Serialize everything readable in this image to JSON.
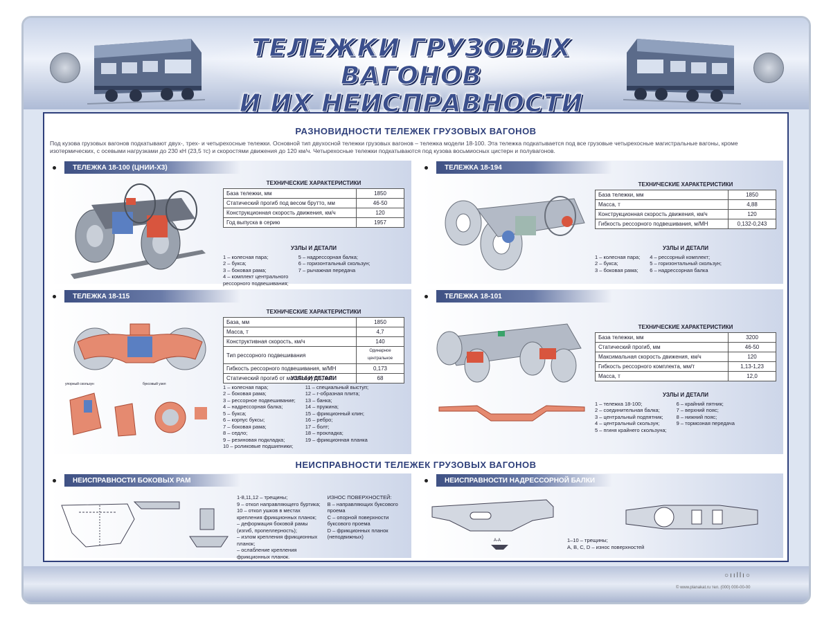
{
  "poster": {
    "title_line1": "Тележки грузовых вагонов",
    "title_line2": "и их неисправности"
  },
  "section1": {
    "title": "РАЗНОВИДНОСТИ ТЕЛЕЖЕК ГРУЗОВЫХ ВАГОНОВ",
    "intro": "Под кузова грузовых вагонов подкатывают двух-, трех- и четырехосные тележки. Основной тип двухосной тележки грузовых вагонов – тележка модели 18-100. Эта тележка подкатывается под все грузовые четырехосные магистральные вагоны, кроме изотермических, с осевыми нагрузками до 230 кН (23,5 тс) и скоростями движения до 120 км/ч. Четырехосные тележки подкатываются под кузова восьмиосных цистерн и полувагонов."
  },
  "cards": {
    "c1": {
      "title": "ТЕЛЕЖКА 18-100 (ЦНИИ-Х3)",
      "spec_title": "ТЕХНИЧЕСКИЕ ХАРАКТЕРИСТИКИ",
      "specs": [
        {
          "label": "База тележки, мм",
          "value": "1850"
        },
        {
          "label": "Статический прогиб под весом брутто, мм",
          "value": "46-50"
        },
        {
          "label": "Конструкционная скорость движения, км/ч",
          "value": "120"
        },
        {
          "label": "Год выпуска в серию",
          "value": "1957"
        }
      ],
      "parts_title": "УЗЛЫ И ДЕТАЛИ",
      "parts_col1": [
        "1 – колесная пара;",
        "2 – букса;",
        "3 – боковая рама;",
        "4 – комплект центрального",
        "рессорного подвешивания;"
      ],
      "parts_col2": [
        "5 – надрессорная балка;",
        "6 – горизонтальный скользун;",
        "7 – рычажная передача"
      ]
    },
    "c2": {
      "title": "ТЕЛЕЖКА 18-194",
      "spec_title": "ТЕХНИЧЕСКИЕ ХАРАКТЕРИСТИКИ",
      "specs": [
        {
          "label": "База тележки, мм",
          "value": "1850"
        },
        {
          "label": "Масса, т",
          "value": "4,88"
        },
        {
          "label": "Конструкционная скорость движения, км/ч",
          "value": "120"
        },
        {
          "label": "Гибкость рессорного подвешивания, м/МН",
          "value": "0,132-0,243"
        }
      ],
      "parts_title": "УЗЛЫ И ДЕТАЛИ",
      "parts_col1": [
        "1 – колесная пара;",
        "2 – букса;",
        "3 – боковая рама;"
      ],
      "parts_col2": [
        "4 – рессорный комплект;",
        "5 – горизонтальный скользун;",
        "6 – надрессорная балка"
      ]
    },
    "c3": {
      "title": "ТЕЛЕЖКА 18-115",
      "spec_title": "ТЕХНИЧЕСКИЕ ХАРАКТЕРИСТИКИ",
      "specs": [
        {
          "label": "База, мм",
          "value": "1850"
        },
        {
          "label": "Масса, т",
          "value": "4,7"
        },
        {
          "label": "Конструктивная скорость, км/ч",
          "value": "140"
        },
        {
          "label": "Тип рессорного подвешивания",
          "value": "Одинарное центральное"
        },
        {
          "label": "Гибкость рессорного подвешивания, м/МН",
          "value": "0,173"
        },
        {
          "label": "Статический прогиб от массы брутто, мм",
          "value": "68"
        }
      ],
      "parts_title": "УЗЛЫ И ДЕТАЛИ",
      "parts_col1": [
        "1 – колесная пара;",
        "2 – боковая рама;",
        "3 – рессорное подвешивание;",
        "4 – надрессорная балка;",
        "5 – букса;",
        "6 – корпус буксы;",
        "7 – боковая рама;",
        "8 – седло;",
        "9 – резиновая подкладка;",
        "10 – роликовые подшипники;"
      ],
      "parts_col2": [
        "11 – специальный выступ;",
        "12 – г-образная плита;",
        "13 – банка;",
        "14 – пружина;",
        "15 – фрикционный клин;",
        "16 – ребро;",
        "17 – болт;",
        "18 – прокладка;",
        "19 – фрикционная планка"
      ],
      "small_labels": [
        "упорный скользун",
        "буксовый узел"
      ]
    },
    "c4": {
      "title": "ТЕЛЕЖКА 18-101",
      "spec_title": "ТЕХНИЧЕСКИЕ ХАРАКТЕРИСТИКИ",
      "specs": [
        {
          "label": "База тележки, мм",
          "value": "3200"
        },
        {
          "label": "Статический прогиб, мм",
          "value": "46-50"
        },
        {
          "label": "Максимальная скорость движения, км/ч",
          "value": "120"
        },
        {
          "label": "Гибкость рессорного комплекта, мм/т",
          "value": "1,13-1,23"
        },
        {
          "label": "Масса, т",
          "value": "12,0"
        }
      ],
      "parts_title": "УЗЛЫ И ДЕТАЛИ",
      "parts_col1": [
        "1 – тележка 18-100;",
        "2 – соединительная балка;",
        "3 – центральный подпятник;",
        "4 – центральный скользун;",
        "5 – пгиня крайнего скользуна;"
      ],
      "parts_col2": [
        "6 – крайний пятник;",
        "7 – верхний пояс;",
        "8 – нижний пояс;",
        "9 – тормозная передача"
      ]
    }
  },
  "section2": {
    "title": "НЕИСПРАВНОСТИ ТЕЛЕЖЕК ГРУЗОВЫХ ВАГОНОВ",
    "left": {
      "title": "НЕИСПРАВНОСТИ БОКОВЫХ РАМ",
      "col1": [
        "1-8,11,12 – трещины;",
        "9 – откол направляющего буртика;",
        "10 – откол ушков в местах",
        "крепления фрикционных планок;",
        "– деформация боковой рамы",
        "(изгиб, пропеллерность);",
        "– излом крепления фрикционных",
        "планок;",
        "– ослабление крепления",
        "фрикционных планок."
      ],
      "col2": [
        "ИЗНОС ПОВЕРХНОСТЕЙ:",
        "В – направляющих буксового",
        "проема",
        "С – опорной поверхности",
        "буксового проема",
        "D – фрикционных планок",
        "(неподвижных)"
      ]
    },
    "right": {
      "title": "НЕИСПРАВНОСТИ НАДРЕССОРНОЙ БАЛКИ",
      "notes": [
        "1–10 – трещины;",
        "A, B, C, D – износ поверхностей"
      ],
      "section_label": "А-А"
    }
  },
  "footer": {
    "small_text": "© www.planakat.ru  тел. (000) 000-00-00"
  },
  "colors": {
    "brand_dark": "#2e3f7a",
    "header_bar": "#3f5184",
    "part_red": "#d8553e"
  }
}
